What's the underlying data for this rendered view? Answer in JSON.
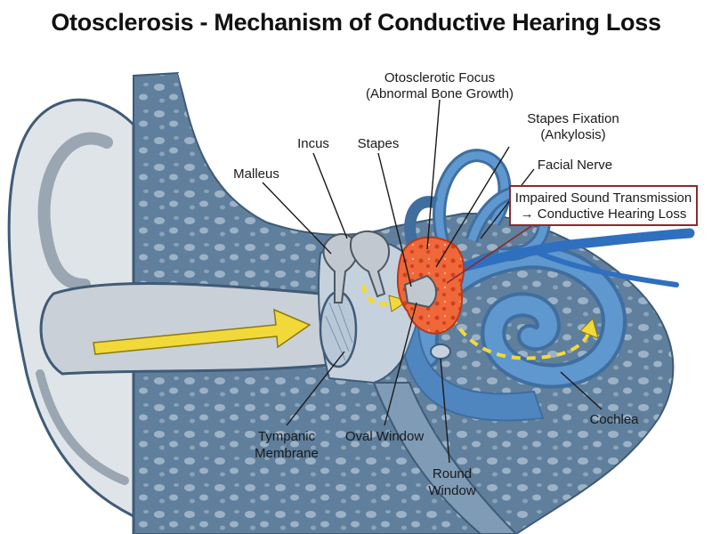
{
  "title": "Otosclerosis - Mechanism of Conductive Hearing Loss",
  "labels": {
    "otosclerotic_focus": [
      "Otosclerotic Focus",
      "(Abnormal Bone Growth)"
    ],
    "stapes_fixation": [
      "Stapes Fixation",
      "(Ankylosis)"
    ],
    "incus": "Incus",
    "stapes": "Stapes",
    "malleus": "Malleus",
    "facial_nerve": "Facial Nerve",
    "impaired": [
      "Impaired Sound Transmission",
      "→ Conductive Hearing Loss"
    ],
    "cochlea": "Cochlea",
    "tympanic_membrane": [
      "Tympanic",
      "Membrane"
    ],
    "oval_window": "Oval Window",
    "round_window": [
      "Round",
      "Window"
    ]
  },
  "colors": {
    "bone": "#5f7f9d",
    "bone_light": "#9cb2c6",
    "skin": "#dfe4e9",
    "canal": "#c9d0d7",
    "cochlea": "#4f86c0",
    "nerve": "#3c7dd0",
    "focus": "#f0673a",
    "arrow": "#f2d93a",
    "callout_border": "#8b2a2a"
  }
}
